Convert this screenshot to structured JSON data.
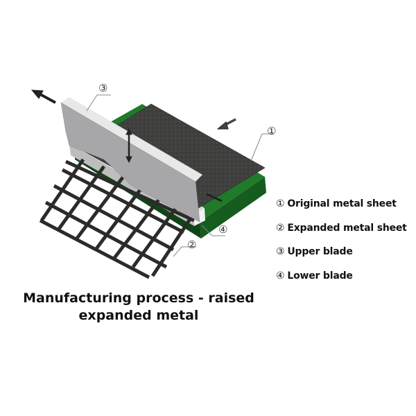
{
  "title": "Manufacturing process - raised expanded metal",
  "caption": {
    "line1": "Manufacturing process - raised",
    "line2": "expanded metal"
  },
  "legend": {
    "items": [
      {
        "num": "①",
        "label": "Original metal sheet"
      },
      {
        "num": "②",
        "label": "Expanded metal sheet"
      },
      {
        "num": "③",
        "label": "Upper blade"
      },
      {
        "num": "④",
        "label": "Lower blade"
      }
    ]
  },
  "callouts": {
    "c1": "①",
    "c2": "②",
    "c3": "③",
    "c4": "④"
  },
  "colors": {
    "green_base": "#1f7a2a",
    "green_dark": "#155c1e",
    "sheet": "#3e3e3c",
    "blade": "#a7a7a9",
    "blade_edge": "#e6e6e6",
    "mesh": "#2b2b2b"
  }
}
